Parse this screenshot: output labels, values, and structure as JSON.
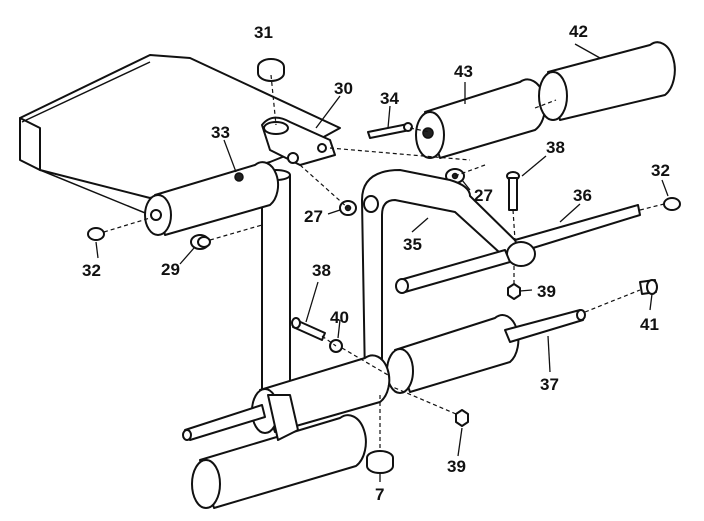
{
  "diagram": {
    "callouts": [
      {
        "id": "c31a",
        "text": "31"
      },
      {
        "id": "c30",
        "text": "30"
      },
      {
        "id": "c34",
        "text": "34"
      },
      {
        "id": "c43",
        "text": "43"
      },
      {
        "id": "c42",
        "text": "42"
      },
      {
        "id": "c33",
        "text": "33"
      },
      {
        "id": "c38a",
        "text": "38"
      },
      {
        "id": "c27a",
        "text": "27"
      },
      {
        "id": "c27b",
        "text": "27"
      },
      {
        "id": "c32a",
        "text": "32"
      },
      {
        "id": "c36",
        "text": "36"
      },
      {
        "id": "c35",
        "text": "35"
      },
      {
        "id": "c32b",
        "text": "32"
      },
      {
        "id": "c29",
        "text": "29"
      },
      {
        "id": "c39a",
        "text": "39"
      },
      {
        "id": "c38b",
        "text": "38"
      },
      {
        "id": "c40",
        "text": "40"
      },
      {
        "id": "c41",
        "text": "41"
      },
      {
        "id": "c37",
        "text": "37"
      },
      {
        "id": "c39b",
        "text": "39"
      },
      {
        "id": "c7",
        "text": "7"
      }
    ]
  }
}
